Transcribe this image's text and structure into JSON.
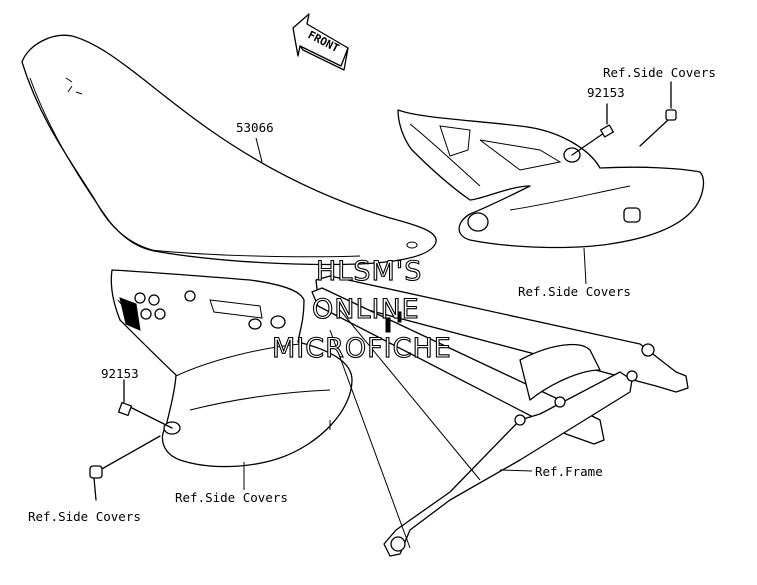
{
  "labels": {
    "front": "FRONT",
    "seat_part": "53066",
    "bolt_right": "92153",
    "bolt_left": "92153",
    "ref_side_covers_top_right": "Ref.Side Covers",
    "ref_side_covers_right": "Ref.Side Covers",
    "ref_side_covers_center": "Ref.Side Covers",
    "ref_side_covers_bottom_left": "Ref.Side Covers",
    "ref_frame": "Ref.Frame"
  },
  "watermark": {
    "line1": "HLSM'S",
    "line2": "ONLINE",
    "line3": "MICROFICHE"
  },
  "colors": {
    "ink": "#000000",
    "paper": "#ffffff"
  }
}
